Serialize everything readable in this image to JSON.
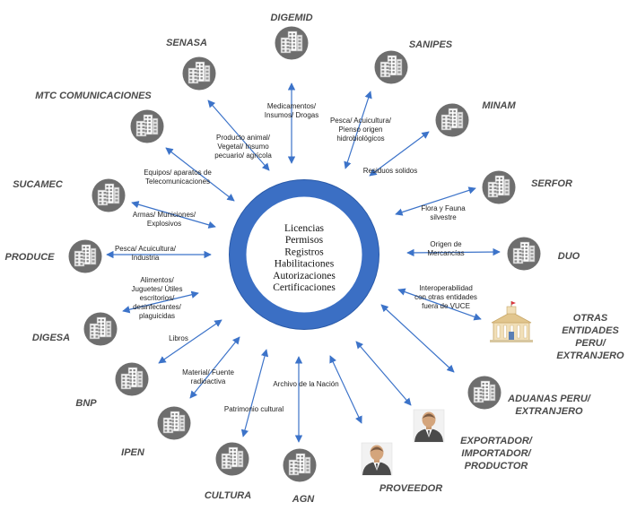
{
  "center": {
    "lines": [
      "Licencias",
      "Permisos",
      "Registros",
      "Habilitaciones",
      "Autorizaciones",
      "Certificaciones"
    ]
  },
  "colors": {
    "ring": "#3b6fc4",
    "ring_border": "#2a5aa8",
    "arrow": "#3c73c9",
    "node_fill": "#6e6e6e",
    "name_text": "#4a4a4a"
  },
  "entities": [
    {
      "key": "digemid",
      "name": [
        "DIGEMID"
      ],
      "icon": "building-icon"
    },
    {
      "key": "senasa",
      "name": [
        "SENASA"
      ],
      "icon": "building-icon"
    },
    {
      "key": "sanipes",
      "name": [
        "SANIPES"
      ],
      "icon": "building-icon"
    },
    {
      "key": "mtc",
      "name": [
        "MTC COMUNICACIONES"
      ],
      "icon": "building-icon"
    },
    {
      "key": "minam",
      "name": [
        "MINAM"
      ],
      "icon": "building-icon"
    },
    {
      "key": "sucamec",
      "name": [
        "SUCAMEC"
      ],
      "icon": "building-icon"
    },
    {
      "key": "serfor",
      "name": [
        "SERFOR"
      ],
      "icon": "building-icon"
    },
    {
      "key": "produce",
      "name": [
        "PRODUCE"
      ],
      "icon": "building-icon"
    },
    {
      "key": "duo",
      "name": [
        "DUO"
      ],
      "icon": "building-icon"
    },
    {
      "key": "digesa",
      "name": [
        "DIGESA"
      ],
      "icon": "building-icon"
    },
    {
      "key": "otras",
      "name": [
        "OTRAS",
        "ENTIDADES",
        "PERU/",
        "EXTRANJERO"
      ],
      "icon": "government-building-icon"
    },
    {
      "key": "bnp",
      "name": [
        "BNP"
      ],
      "icon": "building-icon"
    },
    {
      "key": "aduanas",
      "name": [
        "ADUANAS PERU/",
        "EXTRANJERO"
      ],
      "icon": "building-icon"
    },
    {
      "key": "ipen",
      "name": [
        "IPEN"
      ],
      "icon": "building-icon"
    },
    {
      "key": "exportador",
      "name": [
        "EXPORTADOR/",
        "IMPORTADOR/",
        "PRODUCTOR"
      ],
      "icon": "person-icon"
    },
    {
      "key": "cultura",
      "name": [
        "CULTURA"
      ],
      "icon": "building-icon"
    },
    {
      "key": "agn",
      "name": [
        "AGN"
      ],
      "icon": "building-icon"
    },
    {
      "key": "proveedor",
      "name": [
        "PROVEEDOR"
      ],
      "icon": "person-icon"
    }
  ],
  "relations": [
    {
      "key": "digemid",
      "label": [
        "Medicamentos/",
        "Insumos/ Drogas"
      ]
    },
    {
      "key": "senasa",
      "label": [
        "Producto animal/",
        "Vegetal/ Insumo",
        "pecuario/ agrícola"
      ]
    },
    {
      "key": "sanipes",
      "label": [
        "Pesca/ Acuicultura/",
        "Pienso origen",
        "hidrobiológicos"
      ]
    },
    {
      "key": "mtc",
      "label": [
        "Equipos/ aparatos de",
        "Telecomunicaciones"
      ]
    },
    {
      "key": "minam",
      "label": [
        "Residuos solidos"
      ]
    },
    {
      "key": "sucamec",
      "label": [
        "Armas/ Municiones/",
        "Explosivos"
      ]
    },
    {
      "key": "serfor",
      "label": [
        "Flora y Fauna",
        "silvestre"
      ]
    },
    {
      "key": "produce",
      "label": [
        "Pesca/ Acuicultura/",
        "Industria"
      ]
    },
    {
      "key": "duo",
      "label": [
        "Origen de",
        "Mercancías"
      ]
    },
    {
      "key": "digesa",
      "label": [
        "Alimentos/",
        "Juguetes/ Útiles",
        "escritorios/",
        "desinfectantes/",
        "plaguicidas"
      ]
    },
    {
      "key": "otras",
      "label": [
        "Interoperabilidad",
        "con otras entidades",
        "fuera de VUCE"
      ]
    },
    {
      "key": "bnp",
      "label": [
        "Libros"
      ]
    },
    {
      "key": "ipen",
      "label": [
        "Material/ Fuente",
        "radioactiva"
      ]
    },
    {
      "key": "cultura",
      "label": [
        "Patrimonio cultural"
      ]
    },
    {
      "key": "agn",
      "label": [
        "Archivo de la Nación"
      ]
    },
    {
      "key": "aduanas",
      "label": []
    },
    {
      "key": "exportador",
      "label": []
    },
    {
      "key": "proveedor",
      "label": []
    }
  ]
}
